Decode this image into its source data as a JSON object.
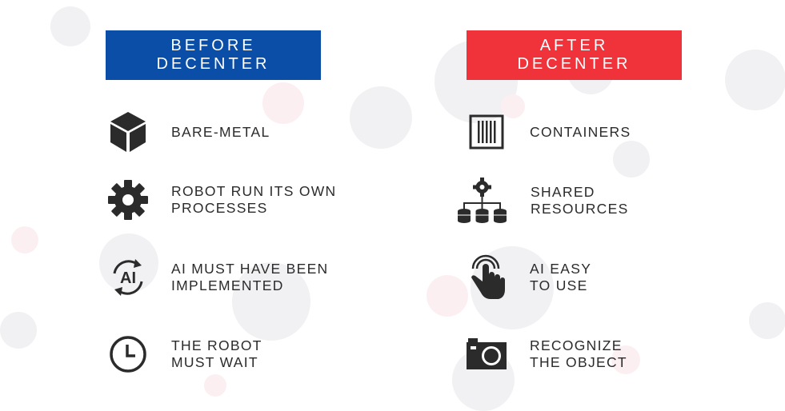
{
  "before": {
    "title_line1": "BEFORE",
    "title_line2": "DECENTER",
    "color": "#0a4ea8",
    "items": [
      {
        "icon": "cube-icon",
        "line1": "BARE-METAL",
        "line2": ""
      },
      {
        "icon": "gear-icon",
        "line1": "ROBOT RUN ITS OWN",
        "line2": "PROCESSES"
      },
      {
        "icon": "ai-cycle-icon",
        "line1": "AI MUST HAVE BEEN",
        "line2": "IMPLEMENTED"
      },
      {
        "icon": "clock-icon",
        "line1": "THE ROBOT",
        "line2": "MUST WAIT"
      }
    ]
  },
  "after": {
    "title_line1": "AFTER",
    "title_line2": "DECENTER",
    "color": "#f0323a",
    "items": [
      {
        "icon": "container-icon",
        "line1": "CONTAINERS",
        "line2": ""
      },
      {
        "icon": "shared-resources-icon",
        "line1": "SHARED",
        "line2": "RESOURCES"
      },
      {
        "icon": "tap-hand-icon",
        "line1": "AI EASY",
        "line2": "TO USE"
      },
      {
        "icon": "camera-icon",
        "line1": "RECOGNIZE",
        "line2": "THE OBJECT"
      }
    ]
  },
  "ai_icon_text": "AI"
}
